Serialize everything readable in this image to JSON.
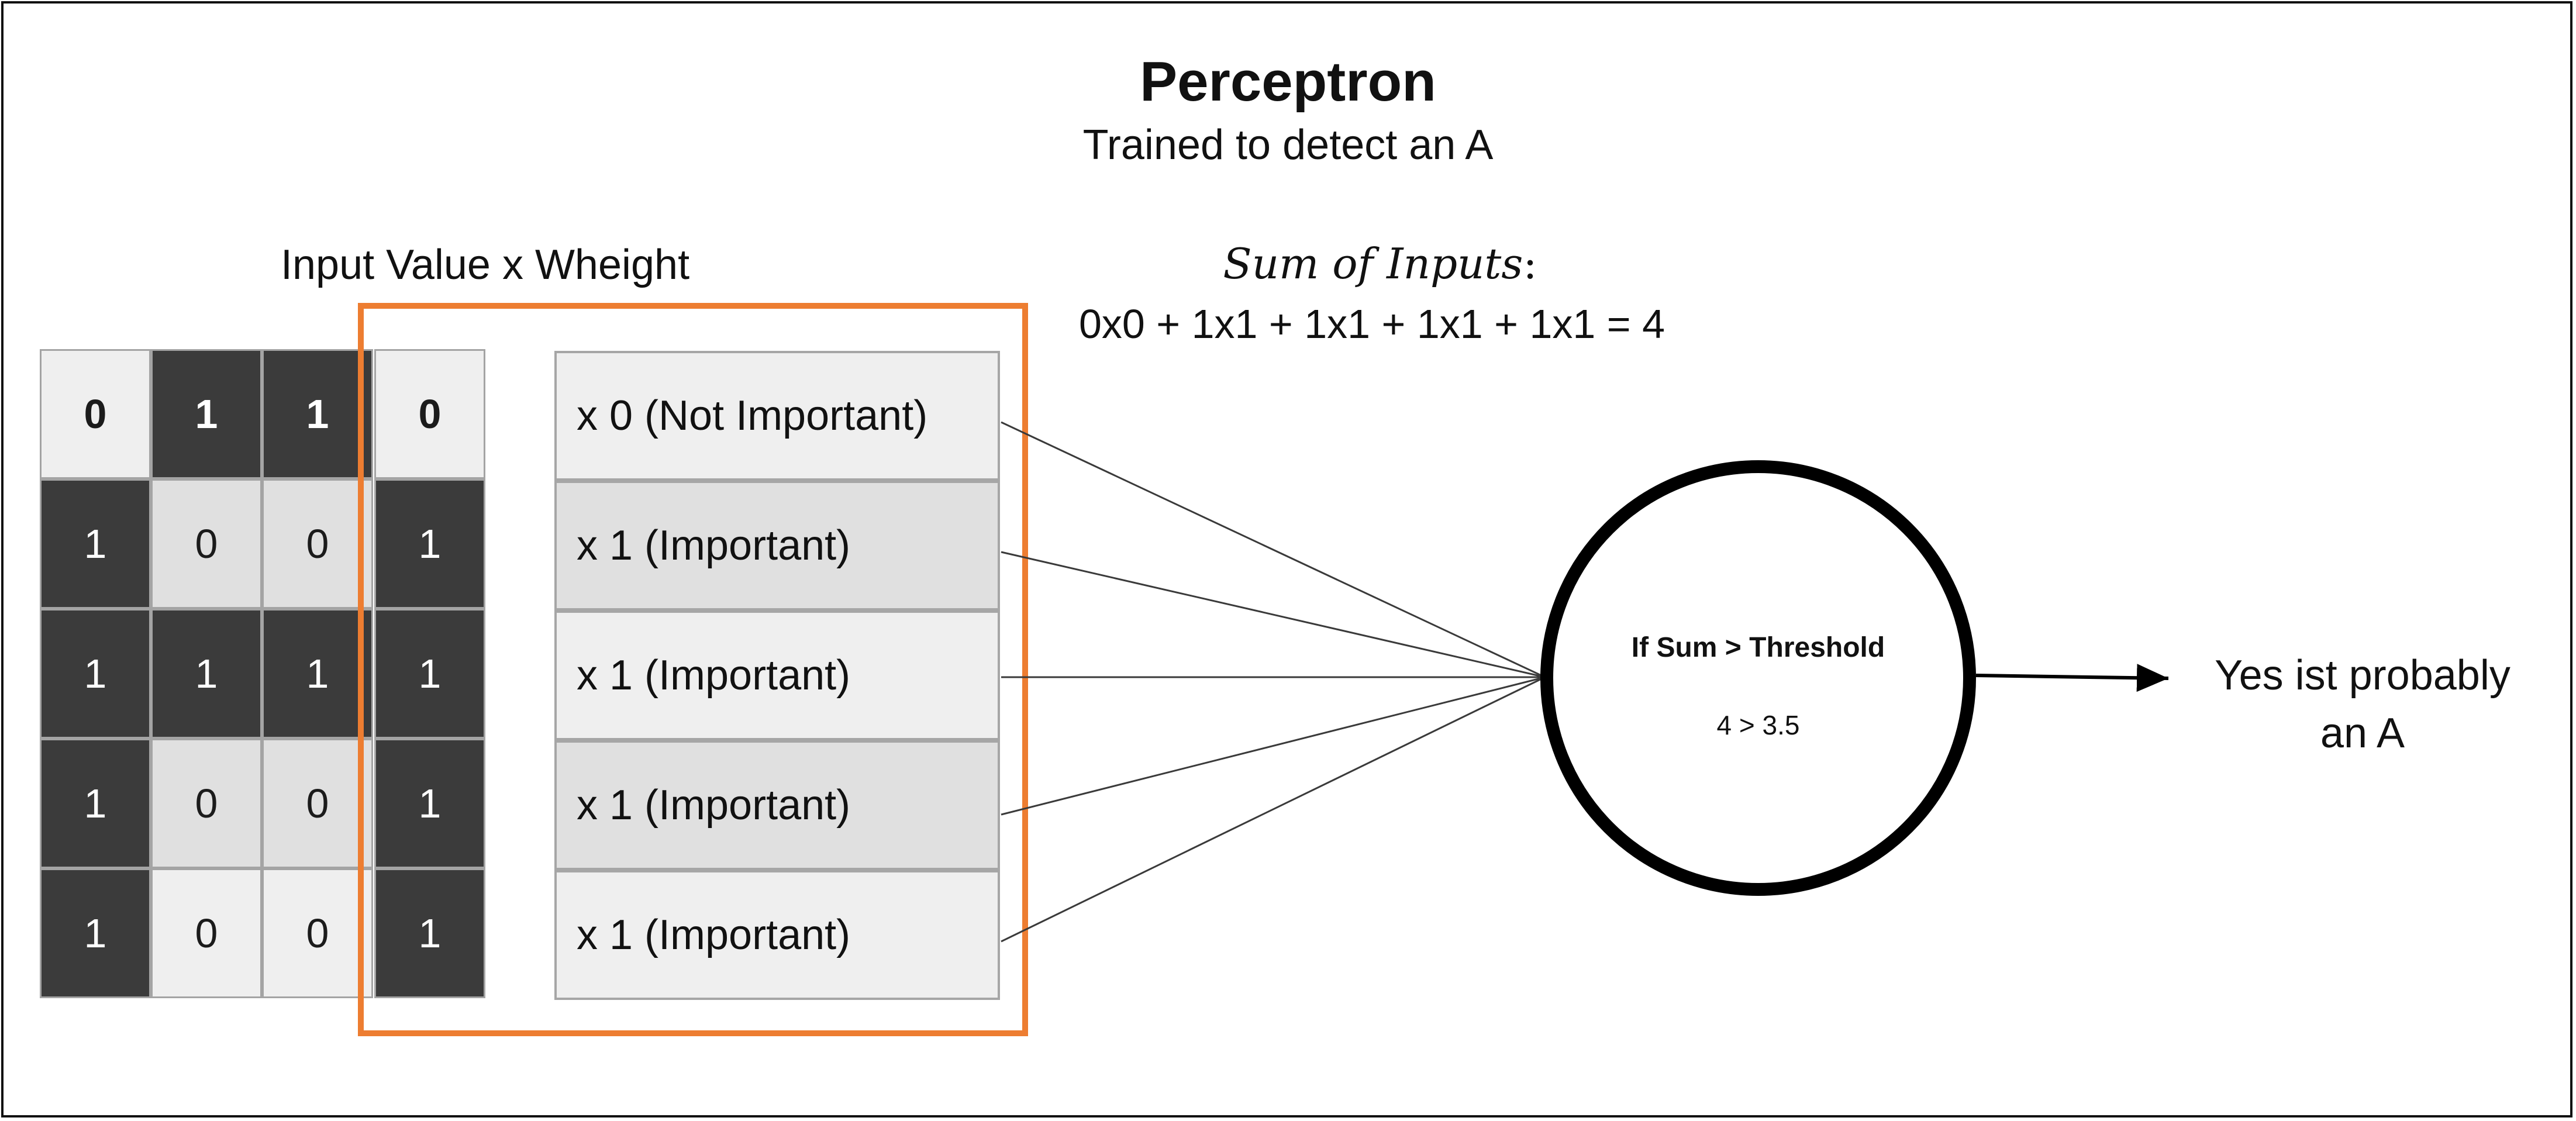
{
  "title": "Perceptron",
  "subtitle": "Trained to detect an A",
  "input_heading": "Input Value x Wheight",
  "sum": {
    "label": "Sum of Inputs",
    "colon": ":",
    "expression": "0x0 + 1x1 + 1x1 + 1x1 + 1x1 = 4"
  },
  "grid": {
    "rows": [
      [
        "0",
        "1",
        "1",
        "0"
      ],
      [
        "1",
        "0",
        "0",
        "1"
      ],
      [
        "1",
        "1",
        "1",
        "1"
      ],
      [
        "1",
        "0",
        "0",
        "1"
      ],
      [
        "1",
        "0",
        "0",
        "1"
      ]
    ]
  },
  "weights": [
    {
      "label": "x 0 (Not Important)"
    },
    {
      "label": "x 1 (Important)"
    },
    {
      "label": "x 1 (Important)"
    },
    {
      "label": "x 1 (Important)"
    },
    {
      "label": "x 1 (Important)"
    }
  ],
  "neuron": {
    "rule": "If Sum > Threshold",
    "value": "4 > 3.5"
  },
  "output": {
    "line1": "Yes ist probably",
    "line2": "an A"
  },
  "colors": {
    "highlight": "#ed7d31",
    "dark_cell": "#3b3b3b",
    "light_cell": "#efefef",
    "mid_cell": "#e0e0e0"
  }
}
